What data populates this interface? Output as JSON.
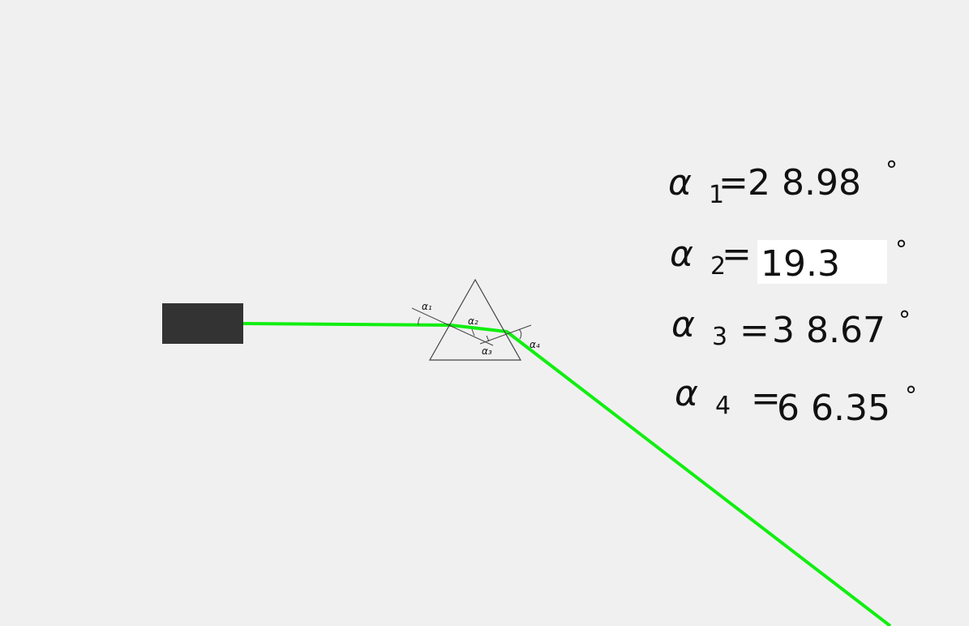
{
  "colors": {
    "background": "#f0f0f0",
    "beam": "#11ee11",
    "laser_body": "#333333",
    "outline": "#444444",
    "ink": "#111111",
    "input_box": "#ffffff"
  },
  "prism_labels": {
    "a1": "α₁",
    "a2": "α₂",
    "a3": "α₃",
    "a4": "α₄"
  },
  "equations": [
    {
      "symbol": "α",
      "sub": "1",
      "eq": "=",
      "value": "2 8.98",
      "unit": "°"
    },
    {
      "symbol": "α",
      "sub": "2",
      "eq": "=",
      "value": "19.3",
      "unit": "°"
    },
    {
      "symbol": "α",
      "sub": "3",
      "eq": "=",
      "value": "3 8.67",
      "unit": "°"
    },
    {
      "symbol": "α",
      "sub": "4",
      "eq": "=",
      "value": "6 6.35",
      "unit": "°"
    }
  ]
}
